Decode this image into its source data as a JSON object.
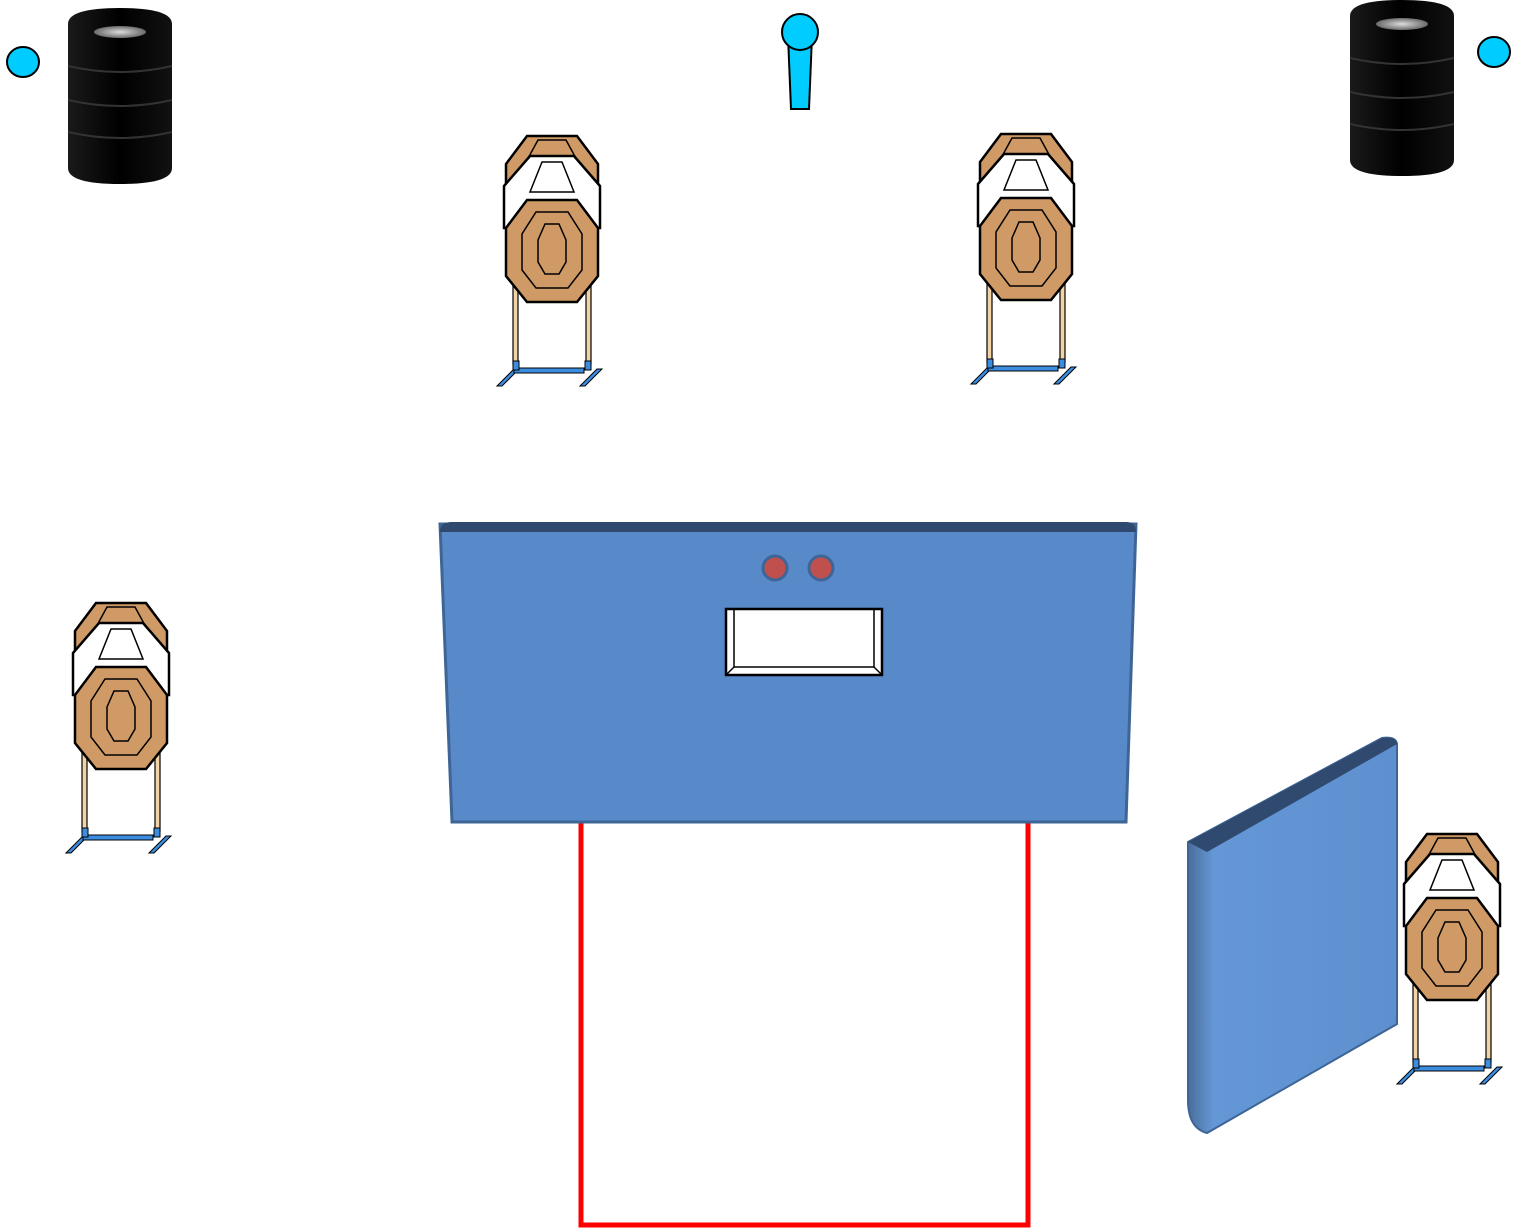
{
  "stage": {
    "title": "",
    "colors": {
      "background": "#ffffff",
      "wall": "#5889c8",
      "wall_edge": "#3e6596",
      "wall_top": "#2f4a6e",
      "target": "#cf9a66",
      "target_outline": "#000000",
      "no_shoot": "#ffffff",
      "stand_base": "#3b8de0",
      "stand_post": "#f2d3a6",
      "popper": "#00ccff",
      "barrel": "#000000",
      "shooting_box": "#ff0000",
      "button": "#c0504d",
      "port": "#ffffff"
    },
    "barrels": [
      {
        "name": "barrel-top-left",
        "icon": "oil-drum-icon"
      },
      {
        "name": "barrel-top-right",
        "icon": "oil-drum-icon"
      }
    ],
    "poppers": [
      {
        "name": "popper-top-center",
        "icon": "popper-icon"
      }
    ],
    "activation_markers": [
      {
        "name": "marker-left",
        "icon": "circle-icon"
      },
      {
        "name": "marker-right",
        "icon": "circle-icon"
      }
    ],
    "targets": [
      {
        "name": "target-stand-top-left",
        "type": "paper-target-with-no-shoot"
      },
      {
        "name": "target-stand-top-right",
        "type": "paper-target-with-no-shoot"
      },
      {
        "name": "target-stand-mid-left",
        "type": "paper-target-with-no-shoot"
      },
      {
        "name": "target-stand-bottom-right",
        "type": "paper-target-with-no-shoot"
      }
    ],
    "walls": [
      {
        "name": "front-wall-with-port",
        "has_port": true,
        "buttons": 2
      },
      {
        "name": "side-wall-right",
        "has_port": false
      }
    ],
    "shooting_box": {
      "name": "shooting-area-box",
      "shape": "open-top-rectangle"
    }
  }
}
